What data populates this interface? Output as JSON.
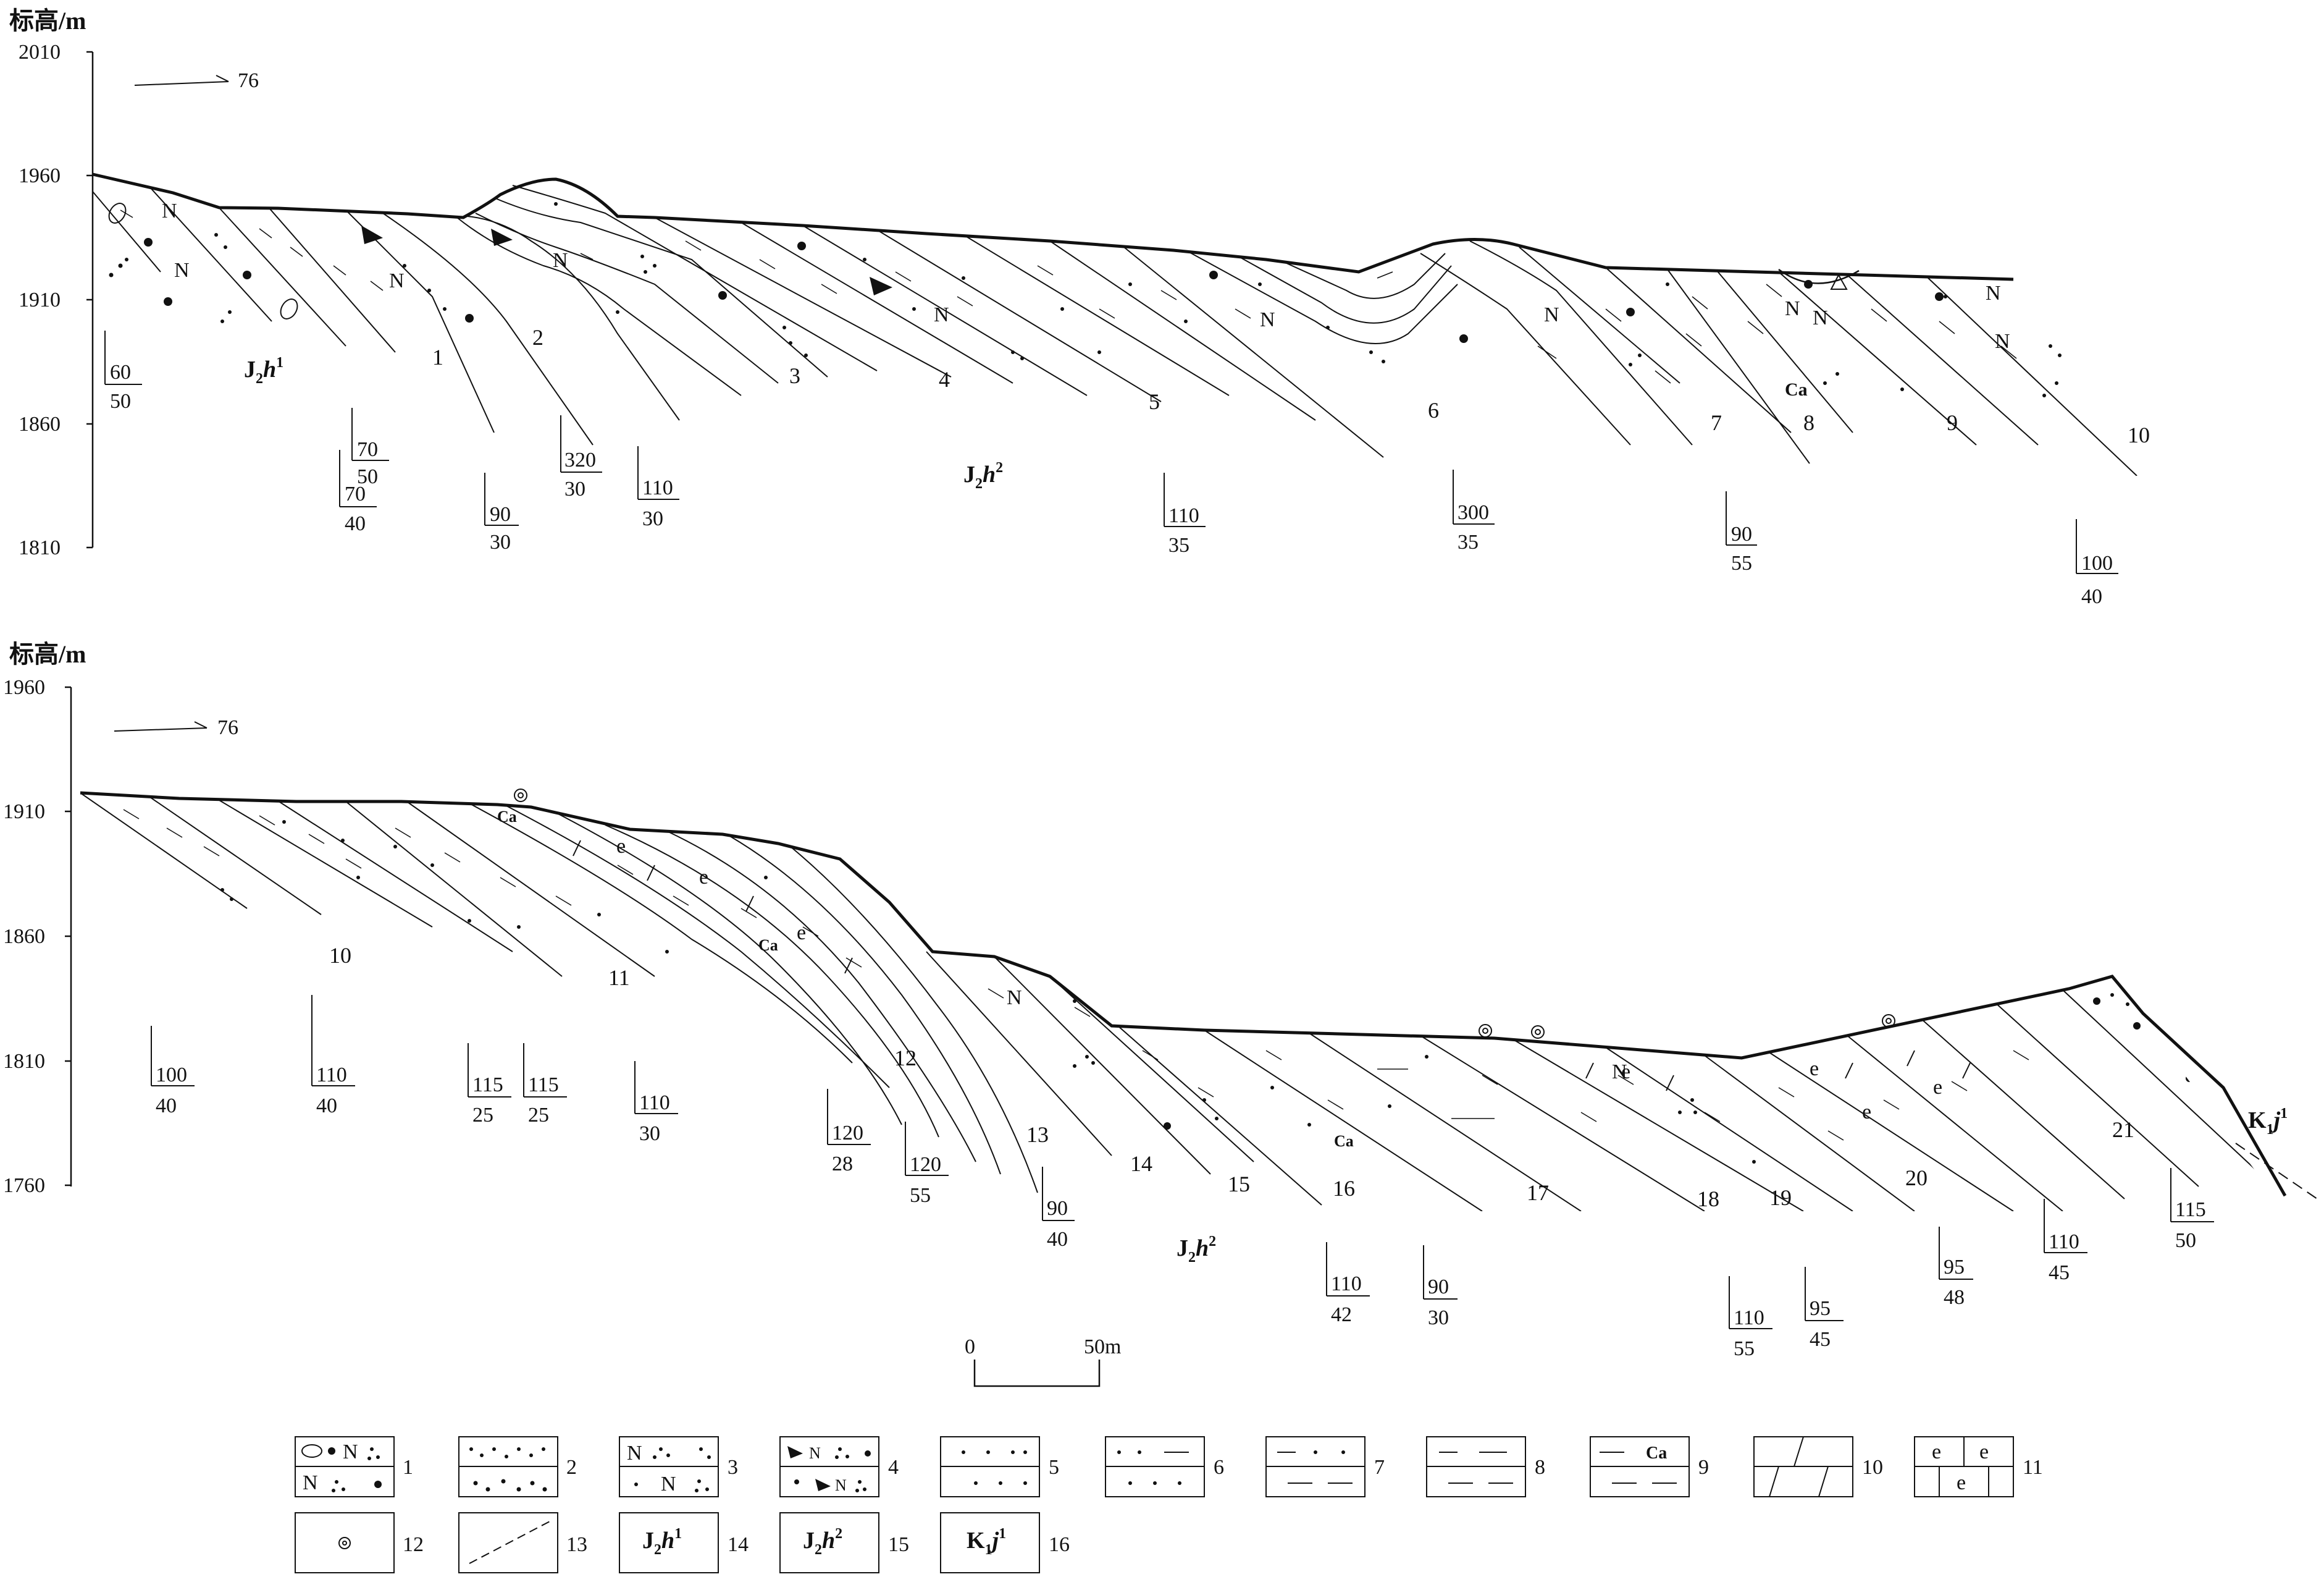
{
  "elevation_label": "标高/m",
  "panels": [
    {
      "id": "upper",
      "y_ticks": [
        "2010",
        "1960",
        "1910",
        "1860",
        "1810"
      ],
      "direction": "76",
      "bed_numbers": [
        "1",
        "2",
        "3",
        "4",
        "5",
        "6",
        "7",
        "8",
        "9",
        "10"
      ],
      "attitudes": [
        {
          "strike": "60",
          "dip": "50"
        },
        {
          "strike": "70",
          "dip": "50"
        },
        {
          "strike": "70",
          "dip": "40"
        },
        {
          "strike": "90",
          "dip": "30"
        },
        {
          "strike": "320",
          "dip": "30"
        },
        {
          "strike": "110",
          "dip": "30"
        },
        {
          "strike": "110",
          "dip": "35"
        },
        {
          "strike": "300",
          "dip": "35"
        },
        {
          "strike": "90",
          "dip": "55"
        },
        {
          "strike": "100",
          "dip": "40"
        }
      ],
      "formations": [
        {
          "base": "J",
          "sub": "2",
          "letter": "h",
          "sup": "1"
        },
        {
          "base": "J",
          "sub": "2",
          "letter": "h",
          "sup": "2"
        }
      ],
      "ca_marks": [
        "Ca"
      ]
    },
    {
      "id": "lower",
      "y_ticks": [
        "1960",
        "1910",
        "1860",
        "1810",
        "1760"
      ],
      "direction": "76",
      "bed_numbers": [
        "10",
        "11",
        "12",
        "13",
        "14",
        "15",
        "16",
        "17",
        "18",
        "19",
        "20",
        "21"
      ],
      "attitudes": [
        {
          "strike": "100",
          "dip": "40"
        },
        {
          "strike": "110",
          "dip": "40"
        },
        {
          "strike": "115",
          "dip": "25"
        },
        {
          "strike": "115",
          "dip": "25"
        },
        {
          "strike": "110",
          "dip": "30"
        },
        {
          "strike": "120",
          "dip": "28"
        },
        {
          "strike": "120",
          "dip": "55"
        },
        {
          "strike": "90",
          "dip": "40"
        },
        {
          "strike": "110",
          "dip": "42"
        },
        {
          "strike": "90",
          "dip": "30"
        },
        {
          "strike": "110",
          "dip": "55"
        },
        {
          "strike": "95",
          "dip": "45"
        },
        {
          "strike": "95",
          "dip": "48"
        },
        {
          "strike": "110",
          "dip": "45"
        },
        {
          "strike": "115",
          "dip": "50"
        }
      ],
      "formations": [
        {
          "base": "J",
          "sub": "2",
          "letter": "h",
          "sup": "2"
        },
        {
          "base": "K",
          "sub": "1",
          "letter": "j",
          "sup": "1"
        }
      ],
      "ca_marks": [
        "Ca",
        "Ca",
        "Ca"
      ]
    }
  ],
  "scale_bar": {
    "start": "0",
    "end": "50m"
  },
  "legend": [
    {
      "num": "1",
      "symbol": "conglomerate-feldspar-sandstone"
    },
    {
      "num": "2",
      "symbol": "gritty-sandstone"
    },
    {
      "num": "3",
      "symbol": "feldspathic-sandstone"
    },
    {
      "num": "4",
      "symbol": "lithic-feldspathic-sandstone"
    },
    {
      "num": "5",
      "symbol": "fine-sandstone"
    },
    {
      "num": "6",
      "symbol": "silty-sandstone"
    },
    {
      "num": "7",
      "symbol": "sandy-mudstone"
    },
    {
      "num": "8",
      "symbol": "mudstone"
    },
    {
      "num": "9",
      "symbol": "calcareous-mudstone",
      "text": "Ca"
    },
    {
      "num": "10",
      "symbol": "marl"
    },
    {
      "num": "11",
      "symbol": "oolitic-limestone",
      "text": "e"
    },
    {
      "num": "12",
      "symbol": "fossil"
    },
    {
      "num": "13",
      "symbol": "fault"
    },
    {
      "num": "14",
      "symbol": "formation",
      "label": {
        "base": "J",
        "sub": "2",
        "letter": "h",
        "sup": "1"
      }
    },
    {
      "num": "15",
      "symbol": "formation",
      "label": {
        "base": "J",
        "sub": "2",
        "letter": "h",
        "sup": "2"
      }
    },
    {
      "num": "16",
      "symbol": "formation",
      "label": {
        "base": "K",
        "sub": "1",
        "letter": "j",
        "sup": "1"
      }
    }
  ]
}
